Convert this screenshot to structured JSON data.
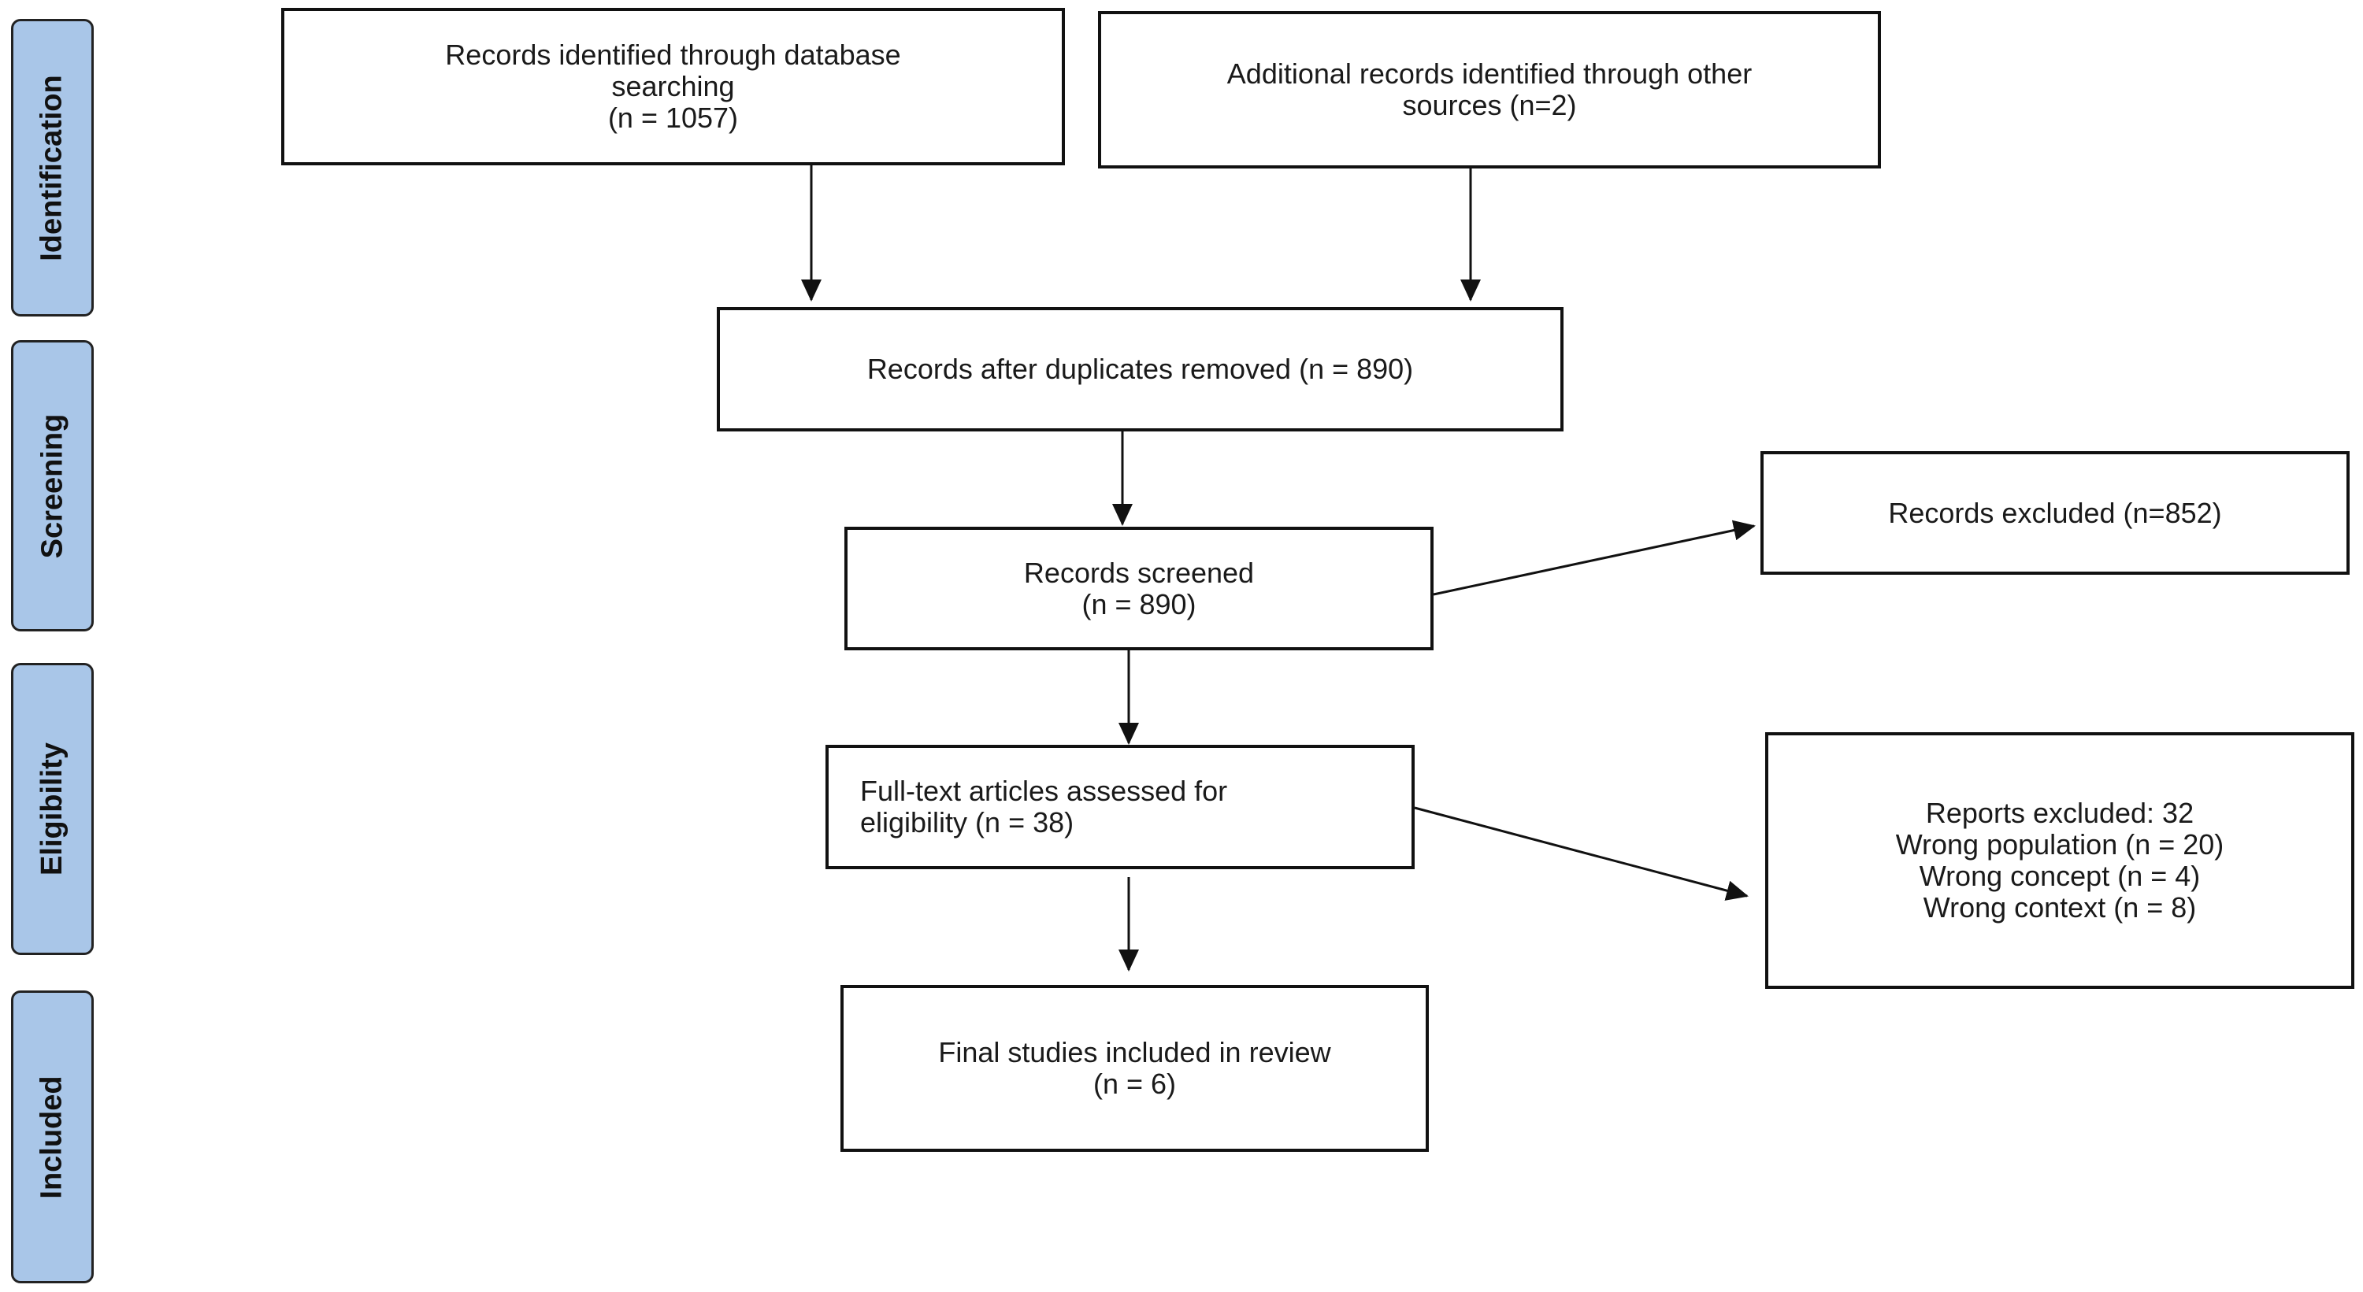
{
  "phases": {
    "identification": "Identification",
    "screening": "Screening",
    "eligibility": "Eligibility",
    "included": "Included"
  },
  "boxes": {
    "database": [
      "Records identified through database",
      "searching",
      "(n = 1057)"
    ],
    "other_sources": [
      "Additional records identified through other",
      "sources (n=2)"
    ],
    "duplicates": [
      "Records after duplicates removed (n = 890)"
    ],
    "screened": [
      "Records screened",
      "(n = 890)"
    ],
    "excluded": [
      "Records excluded (n=852)"
    ],
    "fulltext": [
      "Full-text articles assessed for",
      "eligibility (n = 38)"
    ],
    "reports_excluded": [
      "Reports excluded: 32",
      "Wrong population (n = 20)",
      "Wrong concept (n = 4)",
      "Wrong context (n = 8)"
    ],
    "final": [
      "Final studies included in review",
      "(n = 6)"
    ]
  },
  "colors": {
    "phase_fill": "#a9c6e8",
    "border": "#111111"
  }
}
